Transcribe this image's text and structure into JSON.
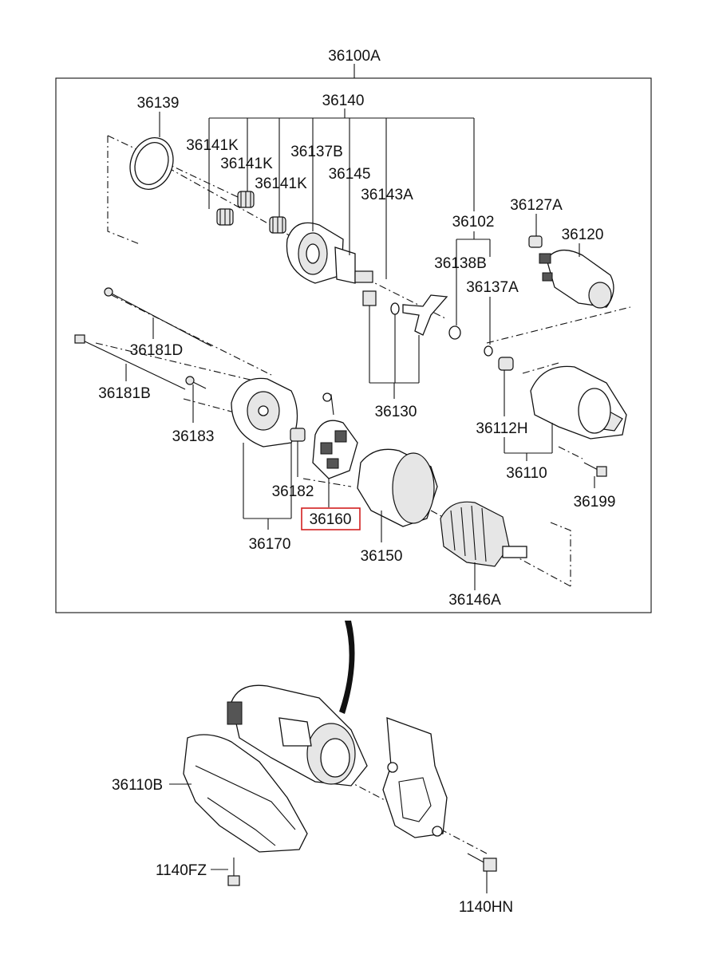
{
  "assembly_label": "36100A",
  "labels": {
    "p36139": "36139",
    "p36140": "36140",
    "p36141K_a": "36141K",
    "p36141K_b": "36141K",
    "p36141K_c": "36141K",
    "p36137B": "36137B",
    "p36145": "36145",
    "p36143A": "36143A",
    "p36102": "36102",
    "p36127A": "36127A",
    "p36120": "36120",
    "p36138B": "36138B",
    "p36137A": "36137A",
    "p36181D": "36181D",
    "p36181B": "36181B",
    "p36183": "36183",
    "p36130": "36130",
    "p36112H": "36112H",
    "p36110": "36110",
    "p36199": "36199",
    "p36182": "36182",
    "p36160": "36160",
    "p36170": "36170",
    "p36150": "36150",
    "p36146A": "36146A",
    "p36110B": "36110B",
    "p1140FZ": "1140FZ",
    "p1140HN": "1140HN"
  },
  "highlighted_part": "36160",
  "highlight_color": "#d22020"
}
